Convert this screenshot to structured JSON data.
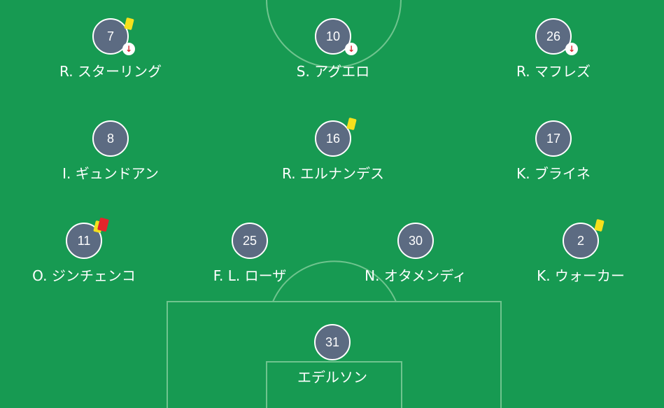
{
  "colors": {
    "pitch": "#179a52",
    "lines": "#6fc48e",
    "disc": "#5c6b82",
    "yellow_card": "#f5e01c",
    "red_card": "#e3242b",
    "sub_arrow": "#d8262c"
  },
  "players": [
    {
      "number": "7",
      "name": "R. スターリング",
      "cards": [
        "yellow"
      ],
      "substituted": true
    },
    {
      "number": "10",
      "name": "S. アグエロ",
      "cards": [],
      "substituted": true
    },
    {
      "number": "26",
      "name": "R. マフレズ",
      "cards": [],
      "substituted": true
    },
    {
      "number": "8",
      "name": "I. ギュンドアン",
      "cards": [],
      "substituted": false
    },
    {
      "number": "16",
      "name": "R. エルナンデス",
      "cards": [
        "yellow"
      ],
      "substituted": false
    },
    {
      "number": "17",
      "name": "K. ブライネ",
      "cards": [],
      "substituted": false
    },
    {
      "number": "11",
      "name": "O. ジンチェンコ",
      "cards": [
        "yellow",
        "red"
      ],
      "substituted": false
    },
    {
      "number": "25",
      "name": "F. L. ローザ",
      "cards": [],
      "substituted": false
    },
    {
      "number": "30",
      "name": "N. オタメンディ",
      "cards": [],
      "substituted": false
    },
    {
      "number": "2",
      "name": "K. ウォーカー",
      "cards": [
        "yellow"
      ],
      "substituted": false
    },
    {
      "number": "31",
      "name": "エデルソン",
      "cards": [],
      "substituted": false
    }
  ],
  "icons": {
    "yellow_card": "yellow-card-icon",
    "red_card": "red-card-icon",
    "substitution": "sub-arrow-down-icon"
  }
}
